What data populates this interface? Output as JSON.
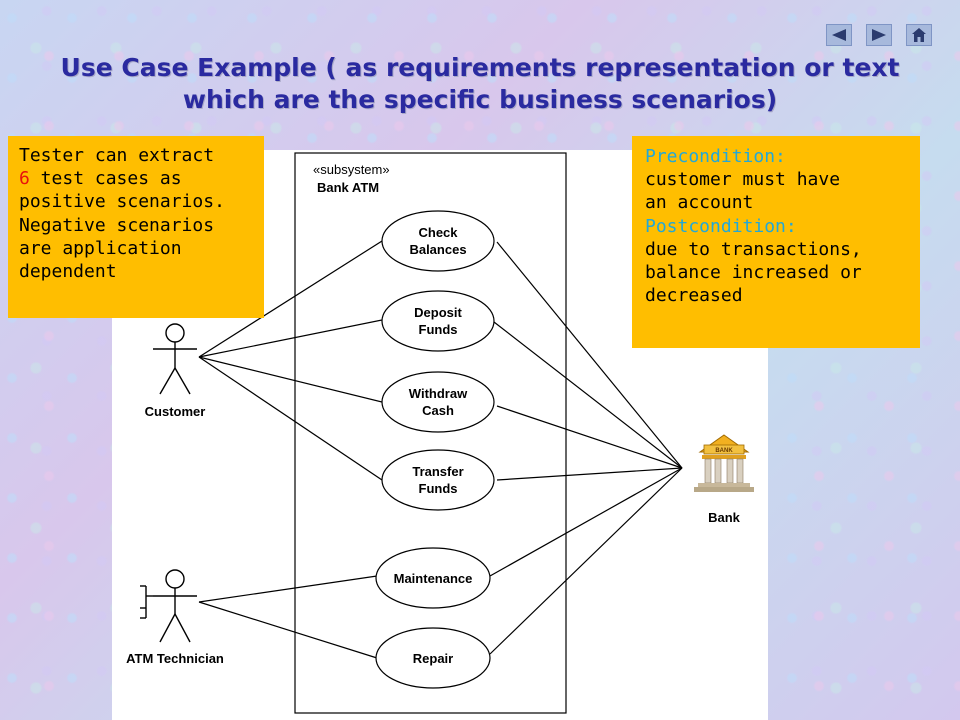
{
  "slide": {
    "title_line1": "Use Case Example ( as requirements representation or text",
    "title_line2": "which are the specific business scenarios)"
  },
  "nav": {
    "prev_icon": "triangle-left-icon",
    "next_icon": "triangle-right-icon",
    "home_icon": "house-icon"
  },
  "note_left": {
    "line1": "Tester can extract",
    "count": "6",
    "line2_rest": " test cases as",
    "line3": "positive scenarios.",
    "line4": "Negative scenarios",
    "line5": "are application",
    "line6": "dependent"
  },
  "note_right": {
    "pre_label": "Precondition:",
    "pre_line1": "customer must have",
    "pre_line2": "an account",
    "post_label": "Postcondition:",
    "post_line1": "due to transactions,",
    "post_line2": "balance increased or",
    "post_line3": "decreased"
  },
  "diagram": {
    "stereotype": "«subsystem»",
    "system_name": "Bank ATM",
    "actors": {
      "customer": "Customer",
      "technician": "ATM Technician",
      "bank": "Bank",
      "bank_sign": "BANK"
    },
    "use_cases": {
      "check_balances": [
        "Check",
        "Balances"
      ],
      "deposit_funds": [
        "Deposit",
        "Funds"
      ],
      "withdraw_cash": [
        "Withdraw",
        "Cash"
      ],
      "transfer_funds": [
        "Transfer",
        "Funds"
      ],
      "maintenance": [
        "Maintenance"
      ],
      "repair": [
        "Repair"
      ]
    }
  },
  "colors": {
    "title": "#2a2aa0",
    "note_bg": "#ffbe00",
    "cyan_text": "#22a8d8",
    "red_text": "#e8120c",
    "nav_button": "#a7b9dc"
  }
}
